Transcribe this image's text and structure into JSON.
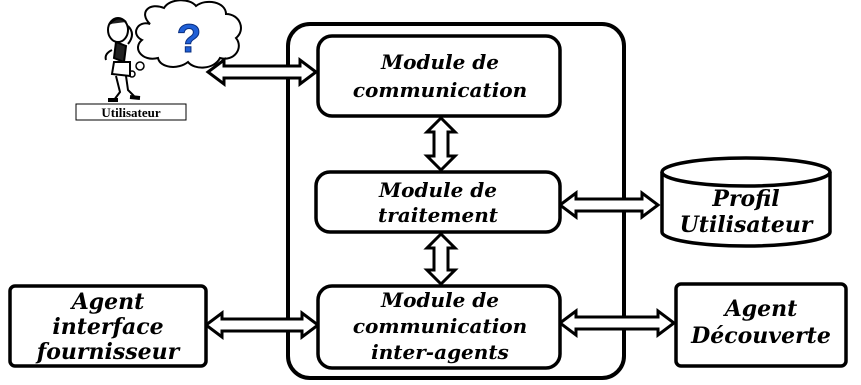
{
  "user": {
    "label": "Utilisateur",
    "bubble_symbol": "?",
    "bubble_color": "#1f5fd6"
  },
  "modules": {
    "communication": [
      "Module de",
      "communication"
    ],
    "traitement": [
      "Module de",
      "traitement"
    ],
    "inter_agents": [
      "Module de",
      "communication",
      "inter-agents"
    ]
  },
  "profile": [
    "Profil",
    "Utilisateur"
  ],
  "provider": [
    "Agent",
    "interface",
    "fournisseur"
  ],
  "discovery": [
    "Agent",
    "Découverte"
  ]
}
